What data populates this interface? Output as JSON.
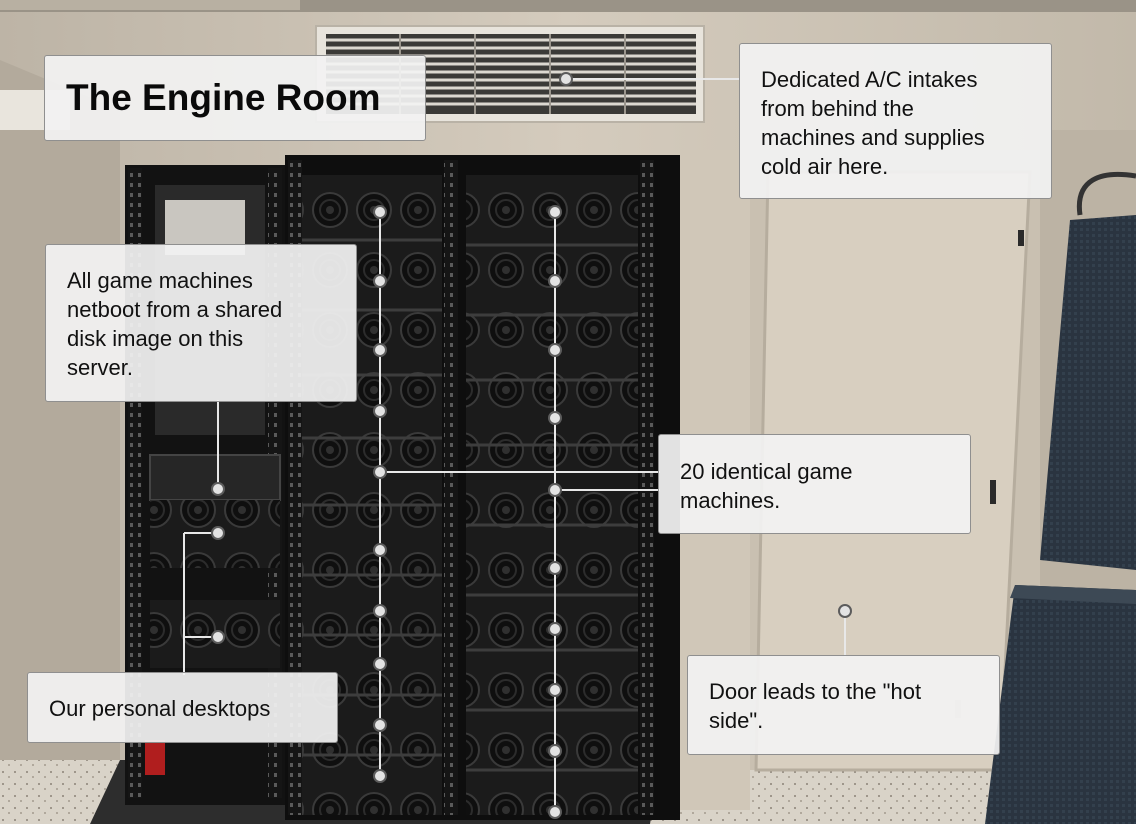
{
  "title": "The Engine Room",
  "callouts": {
    "ac": "Dedicated A/C intakes\nfrom behind the\nmachines and supplies\ncold air here.",
    "server": "All game machines\nnetboot from a shared\ndisk image on this\nserver.",
    "game_machines": "20 identical game\nmachines.",
    "desktops": "Our personal desktops",
    "door": "Door leads to the \"hot\nside\"."
  },
  "colors": {
    "wall": "#cfc6b7",
    "door": "#d8cfc0",
    "rack": "#141414",
    "callout_bg": "#f2f2f2",
    "marker": "#e3e3e3"
  }
}
